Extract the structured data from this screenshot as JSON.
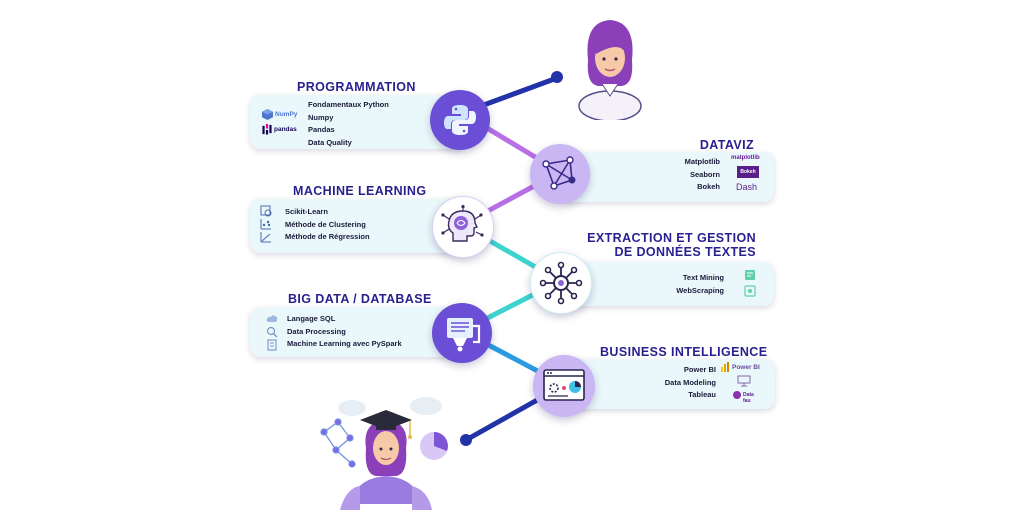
{
  "sections": {
    "programmation": {
      "title": "PROGRAMMATION",
      "items": [
        "Fondamentaux Python",
        "Numpy",
        "Pandas",
        "Data Quality"
      ],
      "logos": [
        "NumPy",
        "pandas"
      ]
    },
    "dataviz": {
      "title": "DATAVIZ",
      "items": [
        "Matplotlib",
        "Seaborn",
        "Bokeh"
      ],
      "logos": [
        "matplotlib",
        "Bokeh",
        "Dash"
      ]
    },
    "machine_learning": {
      "title": "MACHINE LEARNING",
      "items": [
        "Scikit-Learn",
        "Méthode de Clustering",
        "Méthode de Régression"
      ]
    },
    "extraction": {
      "title_line1": "EXTRACTION ET GESTION",
      "title_line2": "DE DONNÉES TEXTES",
      "items": [
        "Text Mining",
        "WebScraping"
      ]
    },
    "big_data": {
      "title": "BIG DATA / DATABASE",
      "items": [
        "Langage SQL",
        "Data Processing",
        "Machine Learning avec PySpark"
      ]
    },
    "business_intelligence": {
      "title": "BUSINESS INTELLIGENCE",
      "items": [
        "Power BI",
        "Data Modeling",
        "Tableau"
      ],
      "logos": [
        "Power BI",
        "Data",
        "fau"
      ]
    }
  },
  "colors": {
    "title": "#2a1f8f",
    "card_bg": "#eaf8fb",
    "node_purple": "#6b4ed6",
    "node_lavender": "#c9b6f2",
    "line_navy": "#2233a8",
    "line_violet": "#b86fe6",
    "line_teal": "#3fd3cf",
    "line_blue": "#2a9be0"
  }
}
